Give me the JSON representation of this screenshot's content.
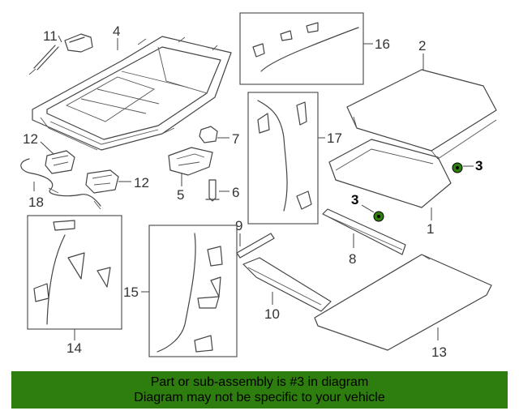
{
  "diagram": {
    "callouts": {
      "c1": "1",
      "c2": "2",
      "c3a": "3",
      "c3b": "3",
      "c4": "4",
      "c5": "5",
      "c6": "6",
      "c7": "7",
      "c8": "8",
      "c9": "9",
      "c10": "10",
      "c11": "11",
      "c12a": "12",
      "c12b": "12",
      "c13": "13",
      "c14": "14",
      "c15": "15",
      "c16": "16",
      "c17": "17",
      "c18": "18"
    },
    "highlight_color": "#2e7d0f"
  },
  "banner": {
    "line1": "Part or sub-assembly is #3 in diagram",
    "line2": "Diagram may not be specific to your vehicle"
  }
}
